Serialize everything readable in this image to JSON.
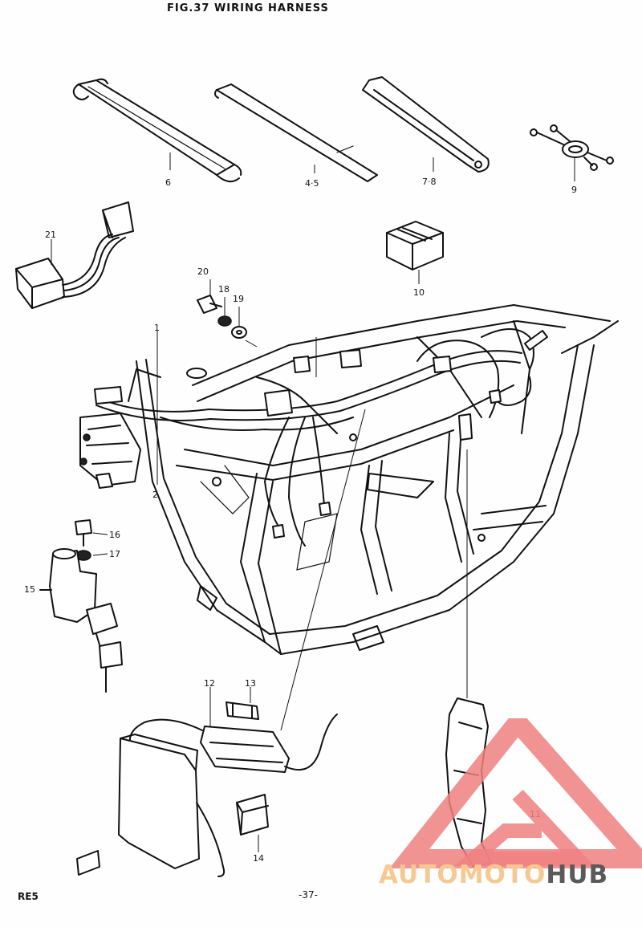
{
  "header": {
    "title": "FIG.37  WIRING HARNESS"
  },
  "footer": {
    "model": "RE5",
    "page_number": "-37-"
  },
  "callouts": [
    "1",
    "2",
    "4·5",
    "6",
    "7·8",
    "9",
    "10",
    "11",
    "12",
    "13",
    "14",
    "15",
    "16",
    "17",
    "18",
    "19",
    "20",
    "21"
  ],
  "watermark": {
    "part_a": "AUTOMOTO",
    "part_b": "HUB",
    "color_a": "#f6c993",
    "color_b": "#5a5a5a",
    "triangle_color": "#f08080"
  }
}
